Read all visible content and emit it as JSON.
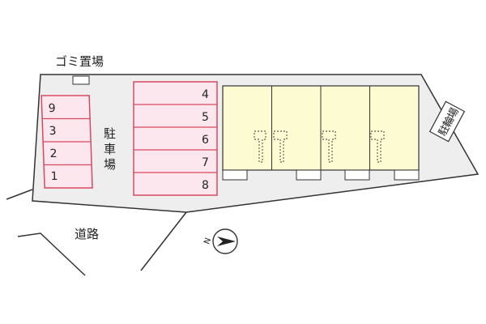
{
  "labels": {
    "garbage_area": "ゴミ置場",
    "parking": [
      "駐",
      "車",
      "場"
    ],
    "road": "道路",
    "bicycle_parking": [
      "駐",
      "輪",
      "場"
    ]
  },
  "left_parking_spaces": [
    "9",
    "3",
    "2",
    "1"
  ],
  "right_parking_spaces": [
    "4",
    "5",
    "6",
    "7",
    "8"
  ],
  "building": {
    "units": 4
  },
  "compass": {
    "north_marker": "N",
    "icon": "north-arrow-icon"
  },
  "colors": {
    "site_fill": "#eeeeee",
    "parking_fill": "#fde7ee",
    "parking_stroke": "#d94862",
    "building_fill": "#fdfbd2",
    "outline": "#333333"
  }
}
